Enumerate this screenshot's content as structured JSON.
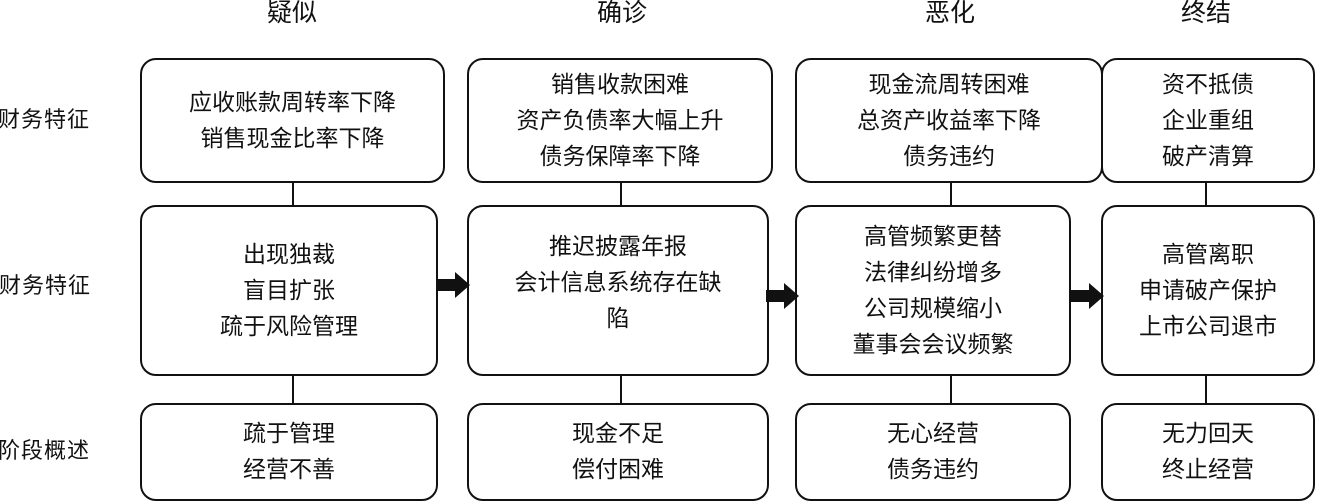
{
  "stages": [
    "疑似",
    "确诊",
    "恶化",
    "终结"
  ],
  "row_labels": [
    "财务特征",
    "非财务特征",
    "阶段概述"
  ],
  "financial": [
    [
      "应收账款周转率下降",
      "销售现金比率下降"
    ],
    [
      "销售收款困难",
      "资产负债率大幅上升",
      "债务保障率下降"
    ],
    [
      "现金流周转困难",
      "总资产收益率下降",
      "债务违约"
    ],
    [
      "资不抵债",
      "企业重组",
      "破产清算"
    ]
  ],
  "nonfinancial": [
    [
      "出现独裁",
      "盲目扩张",
      "疏于风险管理"
    ],
    [
      "推迟披露年报",
      "会计信息系统存在缺",
      "陷"
    ],
    [
      "高管频繁更替",
      "法律纠纷增多",
      "公司规模缩小",
      "董事会会议频繁"
    ],
    [
      "高管离职",
      "申请破产保护",
      "上市公司退市"
    ]
  ],
  "summary": [
    [
      "疏于管理",
      "经营不善"
    ],
    [
      "现金不足",
      "偿付困难"
    ],
    [
      "无心经营",
      "债务违约"
    ],
    [
      "无力回天",
      "终止经营"
    ]
  ]
}
